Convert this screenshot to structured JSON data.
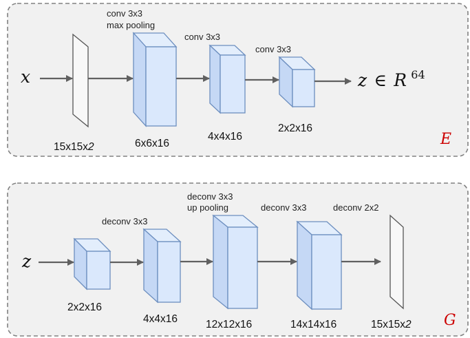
{
  "encoder": {
    "input_symbol": "x",
    "output_symbol": "z",
    "output_relation": "∈",
    "output_space": "R",
    "output_dim": "64",
    "tag": "E",
    "op1_line1": "conv 3x3",
    "op1_line2": "max pooling",
    "op2": "conv 3x3",
    "op3": "conv 3x3",
    "dim_input_prefix": "15x15x",
    "dim_input_suffix": "2",
    "dim1": "6x6x16",
    "dim2": "4x4x16",
    "dim3": "2x2x16"
  },
  "generator": {
    "input_symbol": "z",
    "tag": "G",
    "op1": "deconv 3x3",
    "op2_line1": "deconv 3x3",
    "op2_line2": "up pooling",
    "op3": "deconv 3x3",
    "op4": "deconv 2x2",
    "dim1": "2x2x16",
    "dim2": "4x4x16",
    "dim3": "12x12x16",
    "dim4": "14x14x16",
    "dim_output_prefix": "15x15x",
    "dim_output_suffix": "2"
  },
  "colors": {
    "tag": "#cc0000",
    "block_fill": "#dae8fc",
    "block_stroke": "#6c8ebf"
  }
}
